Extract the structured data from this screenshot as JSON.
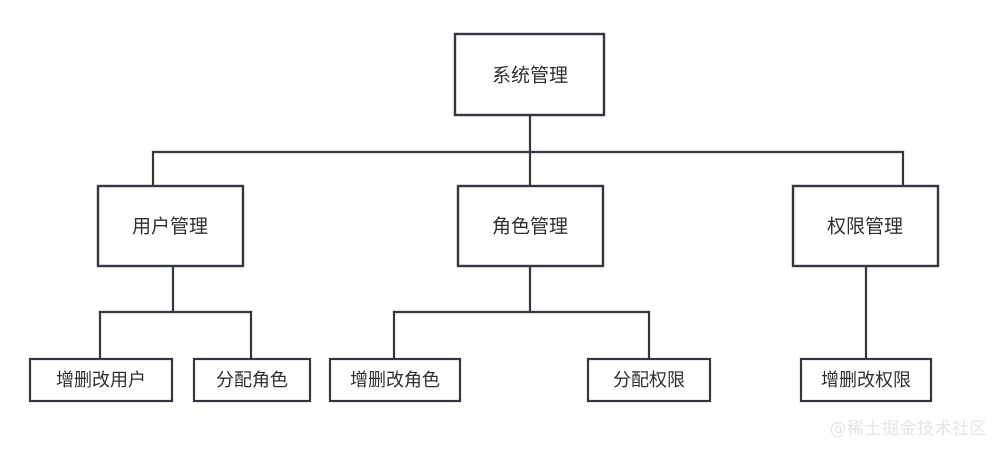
{
  "diagram": {
    "type": "org-tree",
    "title": "系统管理",
    "background_color": "#ffffff",
    "border_color": "#333740",
    "text_color": "#2d2f33",
    "watermark": "@稀土掘金技术社区",
    "nodes": {
      "root": {
        "label": "系统管理"
      },
      "level1": [
        {
          "label": "用户管理"
        },
        {
          "label": "角色管理"
        },
        {
          "label": "权限管理"
        }
      ],
      "level2": [
        {
          "label": "增删改用户"
        },
        {
          "label": "分配角色"
        },
        {
          "label": "增删改角色"
        },
        {
          "label": "分配权限"
        },
        {
          "label": "增删改权限"
        }
      ]
    }
  }
}
